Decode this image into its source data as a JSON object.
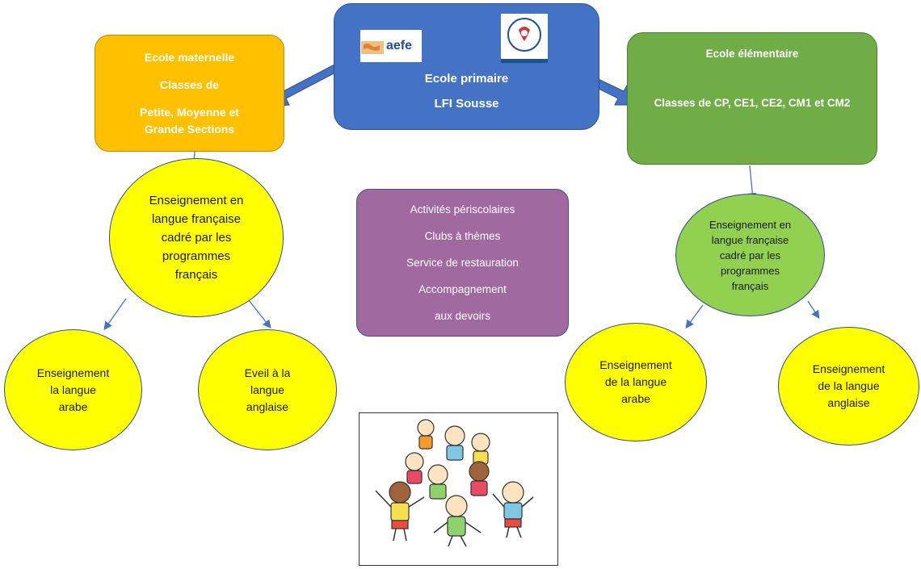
{
  "primaire": {
    "title": "Ecole primaire",
    "subtitle": "LFI Sousse"
  },
  "logos": {
    "aefe": {
      "name": "aefe-logo",
      "text": "aefe"
    },
    "lfi": {
      "name": "lfi-sousse-logo"
    }
  },
  "maternelle": {
    "lines": [
      "Ecole maternelle",
      "Classes de",
      "Petite, Moyenne et",
      "Grande  Sections"
    ]
  },
  "elementaire": {
    "title": "Ecole élémentaire",
    "classes": "Classes de CP, CE1, CE2, CM1 et CM2"
  },
  "left_circle": {
    "lines": [
      "Enseignement en",
      "langue française",
      "cadré par les",
      "programmes",
      "français"
    ]
  },
  "right_circle": {
    "lines": [
      "Enseignement en",
      "langue française",
      "cadré par les",
      "programmes",
      "français"
    ]
  },
  "activities": {
    "lines": [
      "Activités périscolaires",
      "Clubs à thèmes",
      "Service de restauration",
      "Accompagnement",
      "aux devoirs"
    ]
  },
  "left_arabe": {
    "lines": [
      "Enseignement",
      "la langue",
      "arabe"
    ]
  },
  "left_anglais": {
    "lines": [
      "Eveil à la",
      "langue",
      "anglaise"
    ]
  },
  "right_arabe": {
    "lines": [
      "Enseignement",
      "de la langue",
      "arabe"
    ]
  },
  "right_anglais": {
    "lines": [
      "Enseignement",
      "de la langue",
      "anglaise"
    ]
  },
  "colors": {
    "blue": "#4472c4",
    "orange": "#ffc000",
    "green": "#70ad47",
    "light_green": "#92d050",
    "yellow": "#ffff00",
    "purple": "#a06aa0"
  },
  "image": {
    "icon": "children-illustration"
  }
}
